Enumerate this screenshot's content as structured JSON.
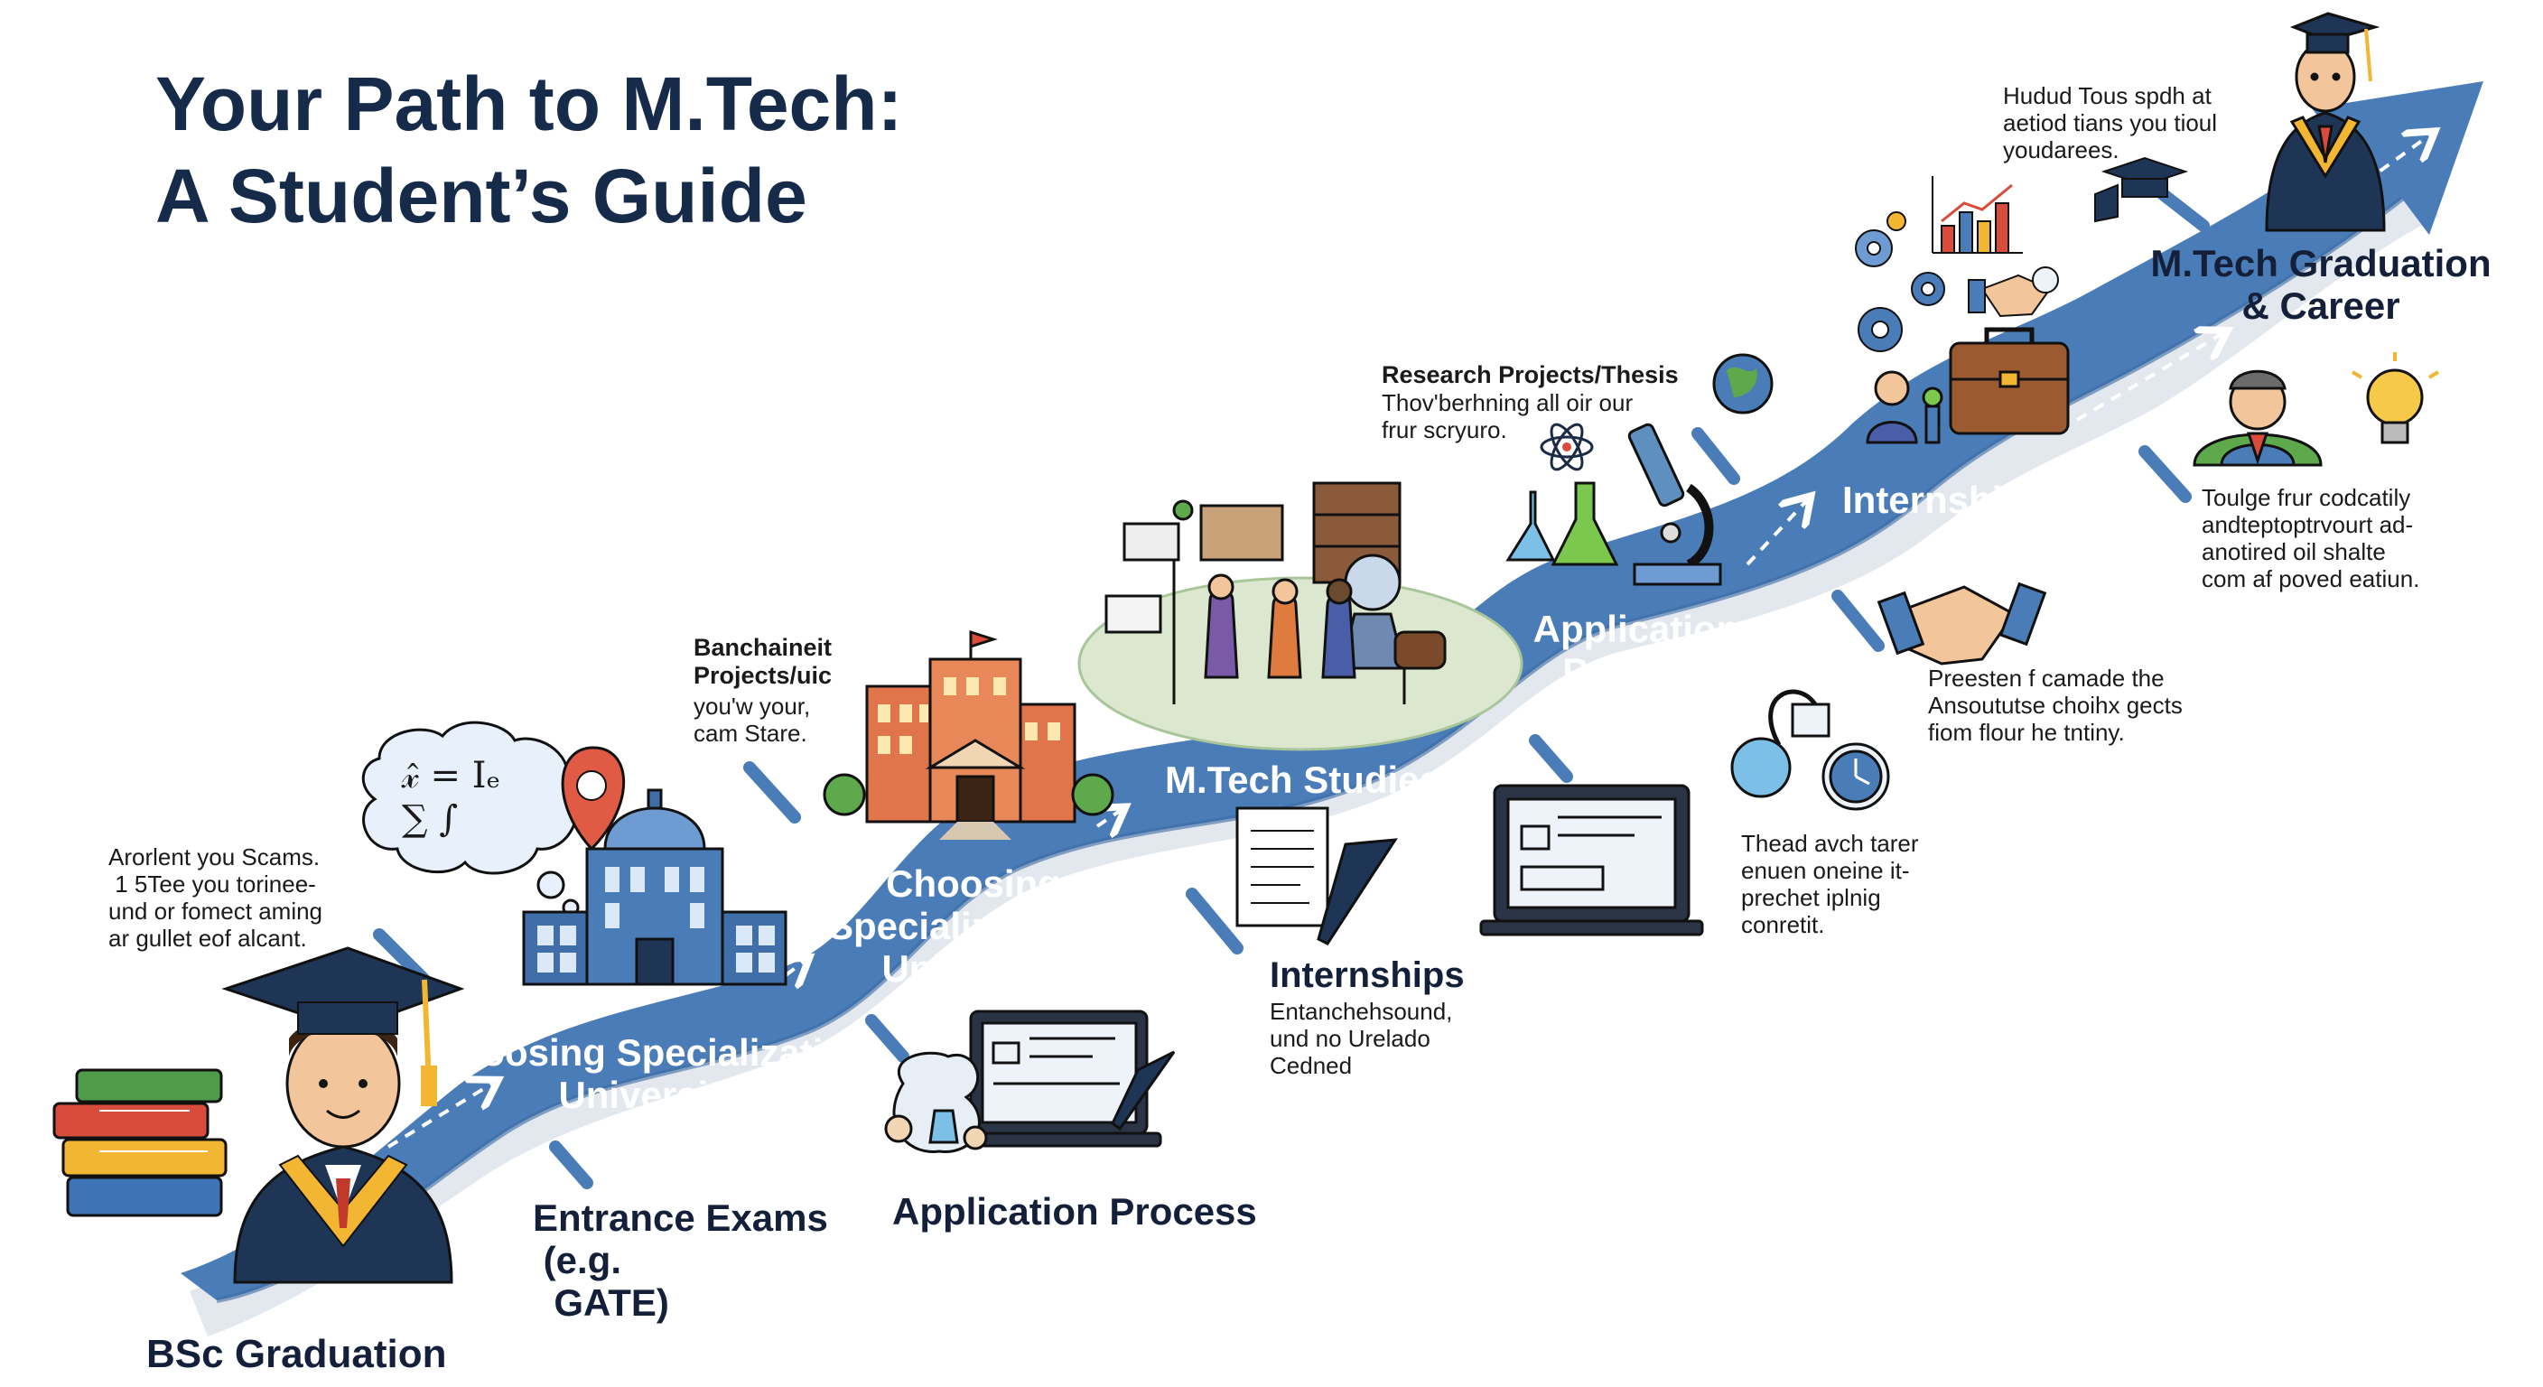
{
  "title": {
    "line1": "Your Path to M.Tech:",
    "line2": "A Student’s Guide"
  },
  "path_labels": {
    "choosing_spec_lower": "Choosing Specialization\nUniversity",
    "choosing_spec_upper": "Choosing\nSpecialization &\nUniversity",
    "mtech_studies": "M.Tech Studies",
    "application_process_upper": "Application\nProcess",
    "internships_upper": "Internships",
    "mtech_graduation": "M.Tech Graduation\n& Career"
  },
  "stage_labels": {
    "bsc_graduation": "BSc Graduation",
    "entrance_exams": "Entrance Exams\n (e.g.\n  GATE)",
    "application_process_lower": "Application Process",
    "internships_lower": "Internships"
  },
  "notes": {
    "bsc_note": "Arorlent you Scams.\n 1 5Tee you torinee-\nund or fomect aming\nar gullet eof alcant.",
    "projects_note_title": "Banchaineit\nProjects/uic",
    "projects_note_body": "you'w your,\ncam Stare.",
    "research_title": "Research Projects/Thesis",
    "research_body": "Thov'berhning all oir our\nfrur scryuro.",
    "internships_note": "Entanchehsound,\nund no Urelado\nCedned",
    "presten_note": "Preesten f camade the\nAnsoututse choihx gects\nfiom flour he tntiny.",
    "thead_note": "Thead avch tarer\nenuen oneine it-\nprechet iplnig\nconretit.",
    "top_note": "Hudud Tous spdh at\naetiod tians you tioul\nyoudarees.",
    "right_note": "Toulge frur codcatily\nandteptoptrvourt ad-\nanotired oil shalte\ncom af poved eatiun."
  },
  "formula_bubble": "𝓍̂ = Iₑ\n∑ ∫",
  "icons": [
    "graduate-student-icon",
    "book-stack-icon",
    "thought-bubble-icon",
    "map-pin-icon",
    "university-building-icon",
    "campus-building-icon",
    "lab-scene-icon",
    "flask-icon",
    "atom-icon",
    "microscope-icon",
    "globe-icon",
    "laptop-icon",
    "document-pen-icon",
    "potion-bag-icon",
    "handshake-icon",
    "stethoscope-clock-icon",
    "gear-icon",
    "bar-chart-icon",
    "briefcase-icon",
    "mentor-icon",
    "lightbulb-icon",
    "graduation-cap-icon",
    "graduate-career-icon"
  ],
  "colors": {
    "path": "#4a7db8",
    "path_dark": "#3c6aa3",
    "path_shadow": "#dfe5ec",
    "title": "#162a4a"
  }
}
